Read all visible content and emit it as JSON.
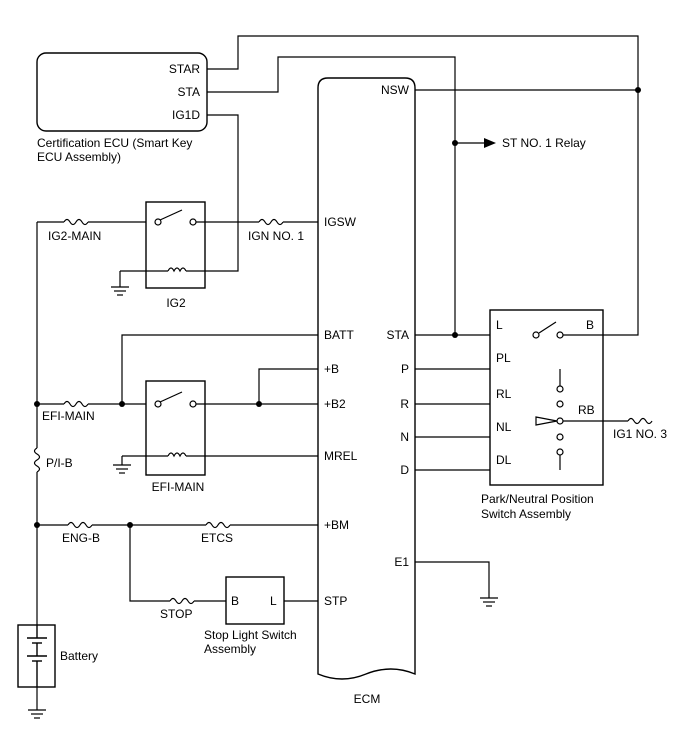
{
  "cert_ecu": {
    "pins": [
      "STAR",
      "STA",
      "IG1D"
    ],
    "name_line1": "Certification ECU (Smart Key",
    "name_line2": "ECU Assembly)"
  },
  "ecm": {
    "name": "ECM",
    "left_pins": [
      "IGSW",
      "BATT",
      "+B",
      "+B2",
      "MREL",
      "+BM",
      "STP"
    ],
    "right_pins": [
      "NSW",
      "STA",
      "P",
      "R",
      "N",
      "D",
      "E1"
    ]
  },
  "relays": {
    "ig2": "IG2",
    "efi_main": "EFI-MAIN"
  },
  "fuses": {
    "ig2_main": "IG2-MAIN",
    "ign_no1": "IGN NO. 1",
    "efi_main": "EFI-MAIN",
    "pib": "P/I-B",
    "eng_b": "ENG-B",
    "etcs": "ETCS",
    "stop": "STOP",
    "ig1_no3": "IG1 NO. 3"
  },
  "st_relay": "ST NO. 1 Relay",
  "park_switch": {
    "terminals": [
      "L",
      "B",
      "PL",
      "RL",
      "RB",
      "NL",
      "DL"
    ],
    "name_line1": "Park/Neutral Position",
    "name_line2": "Switch Assembly"
  },
  "stop_switch": {
    "terminals": [
      "B",
      "L"
    ],
    "name_line1": "Stop Light Switch",
    "name_line2": "Assembly"
  },
  "battery": "Battery"
}
